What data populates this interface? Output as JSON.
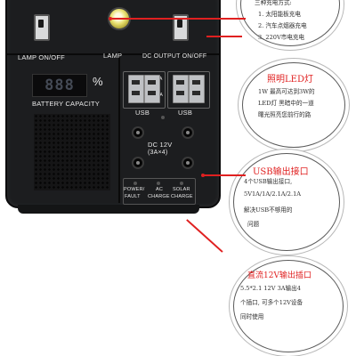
{
  "device": {
    "lamp_switch_label": "LAMP ON/OFF",
    "lamp_label": "LAMP",
    "dc_output_label": "DC OUTPUT ON/OFF",
    "display_value": "888",
    "percent_symbol": "%",
    "battery_label": "BATTERY CAPACITY",
    "usb_a_1a": "1A",
    "usb_a_21a": "2.1A",
    "usb_label_left": "USB",
    "usb_label_right": "USB",
    "dc_label_line1": "DC 12V",
    "dc_label_line2": "(3A×4)",
    "led_labels": [
      "POWER/",
      "FAULT",
      "AC",
      "CHARGE",
      "SOLAR",
      "CHARGE"
    ]
  },
  "annotations": {
    "charging": {
      "title_partial": "三种充电方式:",
      "items": [
        "1. 太阳能板充电",
        "2. 汽车点烟器充电",
        "3. 220V市电充电"
      ]
    },
    "led": {
      "title": "照明LED灯",
      "lines": [
        "1W  最高可达到3W的",
        "LED灯 黑暗中的一道",
        "曙光照亮您前行的路"
      ]
    },
    "usb": {
      "title": "USB输出接口",
      "lines": [
        "4个USB输出接口,",
        "5V1A/1A/2.1A/2.1A",
        "  解决USB不够用的",
        "问题"
      ]
    },
    "dc": {
      "title": "直流12V输出插口",
      "lines": [
        "5.5*2.1  12V 3A输出4",
        "个插口, 可多个12V设备",
        "同时使用"
      ]
    }
  },
  "colors": {
    "accent_red": "#e02020",
    "device_body": "#1c1d1f"
  }
}
